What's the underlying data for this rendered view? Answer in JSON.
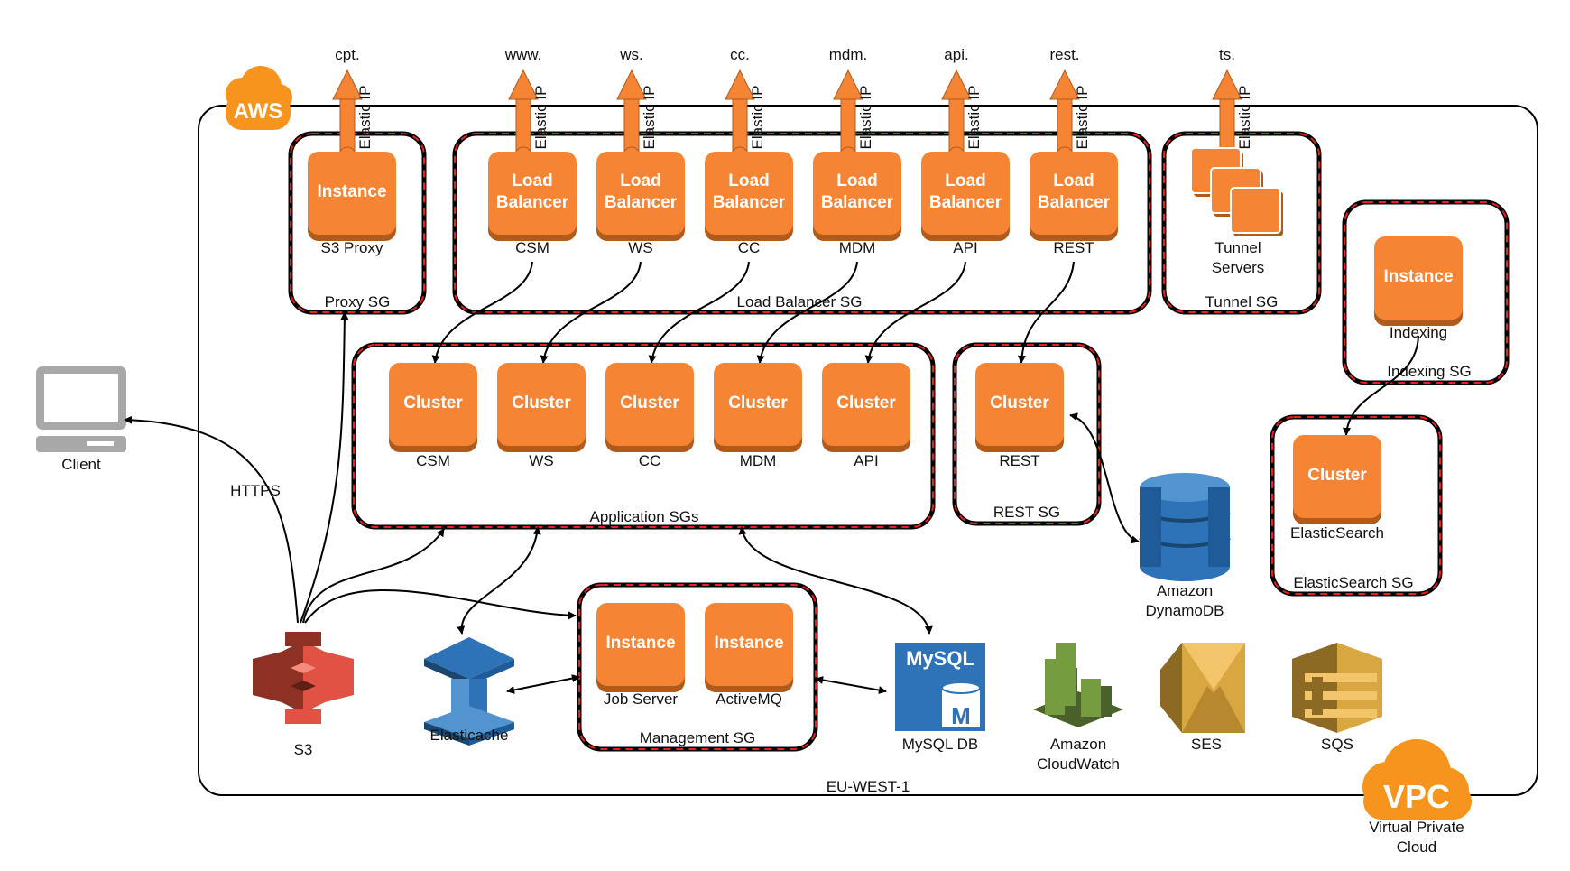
{
  "colors": {
    "aws_orange": "#f58534",
    "aws_orange_dark": "#b05a1c",
    "s3_red": "#e05243",
    "elasticache_blue": "#2e73b8",
    "dynamodb_blue": "#2e73b8",
    "mysql_blue": "#2e73b8",
    "cloudwatch_green": "#759c3e",
    "ses_gold": "#d9a741",
    "sqs_gold": "#d9a741",
    "sg_dash_red": "#e8211d"
  },
  "region": {
    "label": "EU-WEST-1",
    "aws_badge": "AWS"
  },
  "vpc": {
    "badge": "VPC",
    "label_line1": "Virtual Private",
    "label_line2": "Cloud"
  },
  "client": {
    "label": "Client",
    "icon": "laptop-icon"
  },
  "edges": {
    "https": "HTTPS"
  },
  "elastic_ip": {
    "label": "Elastic IP",
    "subdomains": [
      "cpt.",
      "www.",
      "ws.",
      "cc.",
      "mdm.",
      "api.",
      "rest.",
      "ts."
    ]
  },
  "security_groups": {
    "proxy": "Proxy SG",
    "load_balancer": "Load Balancer SG",
    "tunnel": "Tunnel SG",
    "indexing": "Indexing SG",
    "application": "Application SGs",
    "rest": "REST SG",
    "elasticsearch": "ElasticSearch SG",
    "management": "Management SG"
  },
  "proxy_instance": {
    "title": "Instance",
    "label": "S3 Proxy"
  },
  "load_balancers": [
    {
      "title_line1": "Load",
      "title_line2": "Balancer",
      "label": "CSM"
    },
    {
      "title_line1": "Load",
      "title_line2": "Balancer",
      "label": "WS"
    },
    {
      "title_line1": "Load",
      "title_line2": "Balancer",
      "label": "CC"
    },
    {
      "title_line1": "Load",
      "title_line2": "Balancer",
      "label": "MDM"
    },
    {
      "title_line1": "Load",
      "title_line2": "Balancer",
      "label": "API"
    },
    {
      "title_line1": "Load",
      "title_line2": "Balancer",
      "label": "REST"
    }
  ],
  "tunnel_servers": {
    "label_line1": "Tunnel",
    "label_line2": "Servers"
  },
  "indexing_instance": {
    "title": "Instance",
    "label": "Indexing"
  },
  "app_clusters": [
    {
      "title": "Cluster",
      "label": "CSM"
    },
    {
      "title": "Cluster",
      "label": "WS"
    },
    {
      "title": "Cluster",
      "label": "CC"
    },
    {
      "title": "Cluster",
      "label": "MDM"
    },
    {
      "title": "Cluster",
      "label": "API"
    }
  ],
  "rest_cluster": {
    "title": "Cluster",
    "label": "REST"
  },
  "es_cluster": {
    "title": "Cluster",
    "label": "ElasticSearch"
  },
  "management": {
    "job_server": {
      "title": "Instance",
      "label": "Job Server"
    },
    "activemq": {
      "title": "Instance",
      "label": "ActiveMQ"
    }
  },
  "services": {
    "s3": "S3",
    "elasticache": "Elasticache",
    "mysql_badge": "MySQL",
    "mysql_letter": "M",
    "mysql": "MySQL DB",
    "cloudwatch_line1": "Amazon",
    "cloudwatch_line2": "CloudWatch",
    "ses": "SES",
    "sqs": "SQS",
    "dynamodb_line1": "Amazon",
    "dynamodb_line2": "DynamoDB"
  }
}
